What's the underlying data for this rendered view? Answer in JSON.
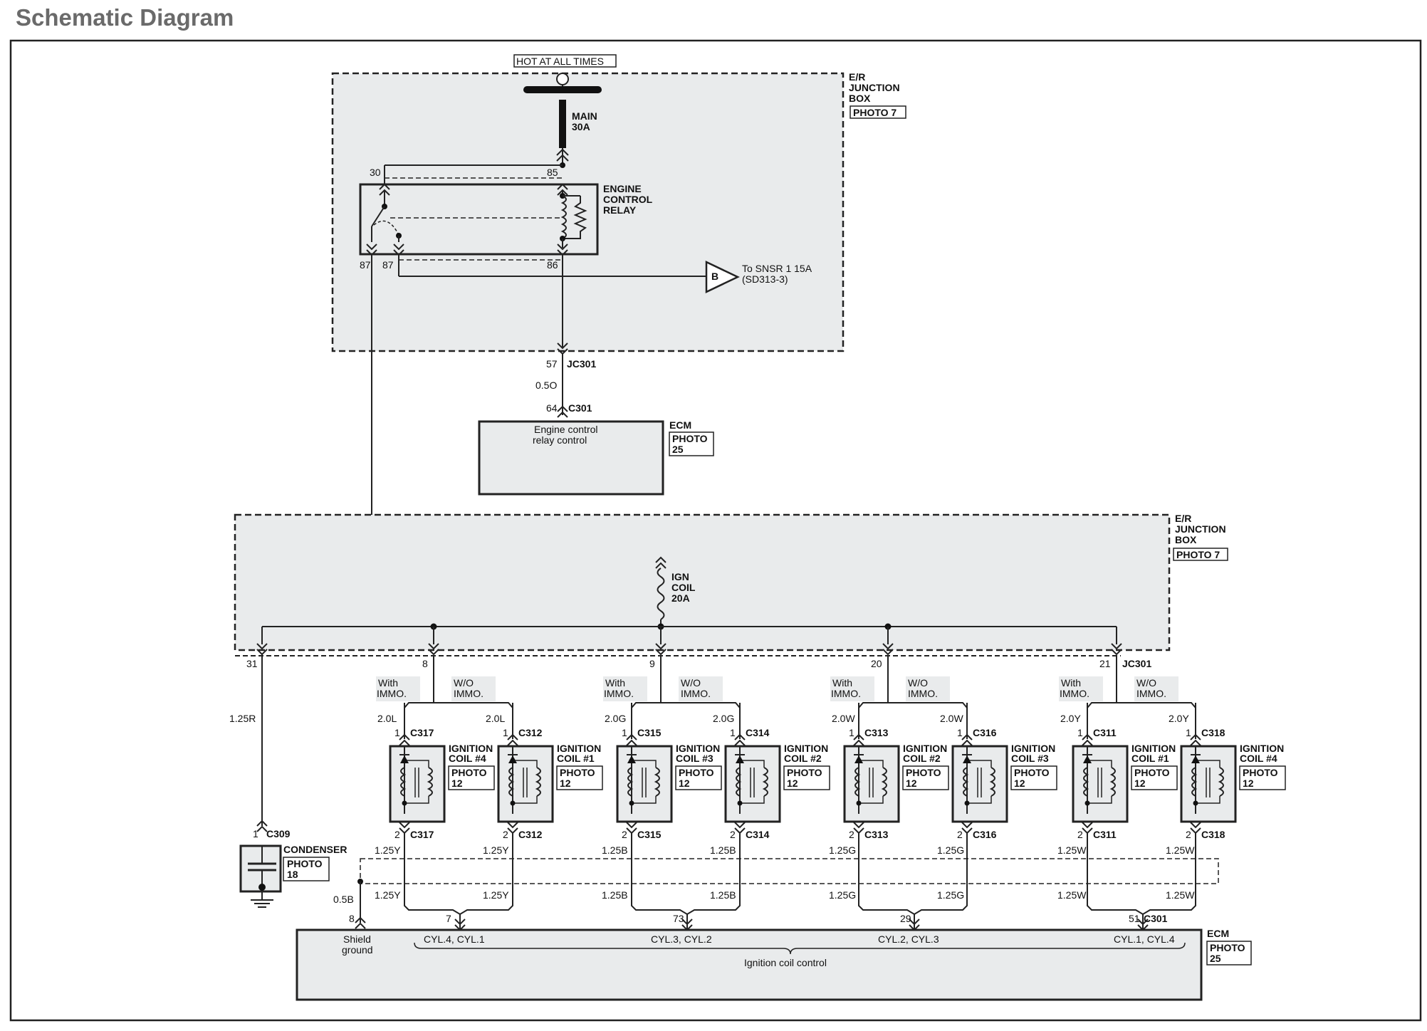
{
  "page": {
    "title": "Schematic Diagram"
  },
  "upper_jbox": {
    "supply": "HOT AT ALL TIMES",
    "name": [
      "E/R",
      "JUNCTION",
      "BOX"
    ],
    "photo": "PHOTO  7",
    "fuse_main": [
      "MAIN",
      "30A"
    ],
    "relay_label": [
      "ENGINE",
      "CONTROL",
      "RELAY"
    ],
    "pin_30": "30",
    "pin_85": "85",
    "pin_87a": "87",
    "pin_87b": "87",
    "pin_86": "86",
    "to_label": "B",
    "to_text": [
      "To SNSR 1 15A",
      "(SD313-3)"
    ]
  },
  "ecm_upper": {
    "pin_top": "57",
    "conn_top": "JC301",
    "wire": "0.5O",
    "pin_bottom": "64",
    "conn_bottom": "C301",
    "text": [
      "Engine control",
      "relay control"
    ],
    "name": "ECM",
    "photo": [
      "PHOTO",
      "25"
    ]
  },
  "lower_jbox": {
    "name": [
      "E/R",
      "JUNCTION",
      "BOX"
    ],
    "photo": "PHOTO  7",
    "fuse": [
      "IGN",
      "COIL",
      "20A"
    ],
    "pins": [
      "31",
      "8",
      "9",
      "20",
      "21"
    ],
    "conn": "JC301"
  },
  "condenser": {
    "wire": "1.25R",
    "pin": "1",
    "conn": "C309",
    "name": "CONDENSER",
    "photo": [
      "PHOTO",
      "18"
    ]
  },
  "groups": [
    {
      "with": [
        "With",
        "IMMO."
      ],
      "wo": [
        "W/O",
        "IMMO."
      ],
      "coils": [
        {
          "wire_top": "2.0L",
          "pin1": "1",
          "conn": "C317",
          "name": [
            "IGNITION",
            "COIL  #4"
          ],
          "photo": [
            "PHOTO",
            "12"
          ],
          "pin2": "2",
          "wire_b1": "1.25Y",
          "wire_b2": "1.25Y"
        },
        {
          "wire_top": "2.0L",
          "pin1": "1",
          "conn": "C312",
          "name": [
            "IGNITION",
            "COIL  #1"
          ],
          "photo": [
            "PHOTO",
            "12"
          ],
          "pin2": "2",
          "wire_b1": "1.25Y",
          "wire_b2": "1.25Y"
        }
      ],
      "ecm_pin": "7",
      "cyl": "CYL.4, CYL.1"
    },
    {
      "with": [
        "With",
        "IMMO."
      ],
      "wo": [
        "W/O",
        "IMMO."
      ],
      "coils": [
        {
          "wire_top": "2.0G",
          "pin1": "1",
          "conn": "C315",
          "name": [
            "IGNITION",
            "COIL  #3"
          ],
          "photo": [
            "PHOTO",
            "12"
          ],
          "pin2": "2",
          "wire_b1": "1.25B",
          "wire_b2": "1.25B"
        },
        {
          "wire_top": "2.0G",
          "pin1": "1",
          "conn": "C314",
          "name": [
            "IGNITION",
            "COIL  #2"
          ],
          "photo": [
            "PHOTO",
            "12"
          ],
          "pin2": "2",
          "wire_b1": "1.25B",
          "wire_b2": "1.25B"
        }
      ],
      "ecm_pin": "73",
      "cyl": "CYL.3, CYL.2"
    },
    {
      "with": [
        "With",
        "IMMO."
      ],
      "wo": [
        "W/O",
        "IMMO."
      ],
      "coils": [
        {
          "wire_top": "2.0W",
          "pin1": "1",
          "conn": "C313",
          "name": [
            "IGNITION",
            "COIL  #2"
          ],
          "photo": [
            "PHOTO",
            "12"
          ],
          "pin2": "2",
          "wire_b1": "1.25G",
          "wire_b2": "1.25G"
        },
        {
          "wire_top": "2.0W",
          "pin1": "1",
          "conn": "C316",
          "name": [
            "IGNITION",
            "COIL  #3"
          ],
          "photo": [
            "PHOTO",
            "12"
          ],
          "pin2": "2",
          "wire_b1": "1.25G",
          "wire_b2": "1.25G"
        }
      ],
      "ecm_pin": "29",
      "cyl": "CYL.2, CYL.3"
    },
    {
      "with": [
        "With",
        "IMMO."
      ],
      "wo": [
        "W/O",
        "IMMO."
      ],
      "coils": [
        {
          "wire_top": "2.0Y",
          "pin1": "1",
          "conn": "C311",
          "name": [
            "IGNITION",
            "COIL  #1"
          ],
          "photo": [
            "PHOTO",
            "12"
          ],
          "pin2": "2",
          "wire_b1": "1.25W",
          "wire_b2": "1.25W"
        },
        {
          "wire_top": "2.0Y",
          "pin1": "1",
          "conn": "C318",
          "name": [
            "IGNITION",
            "COIL  #4"
          ],
          "photo": [
            "PHOTO",
            "12"
          ],
          "pin2": "2",
          "wire_b1": "1.25W",
          "wire_b2": "1.25W"
        }
      ],
      "ecm_pin": "51",
      "cyl": "CYL.1, CYL.4"
    }
  ],
  "ecm_lower": {
    "shield_wire": "0.5B",
    "shield_pin": "8",
    "shield_text": [
      "Shield",
      "ground"
    ],
    "conn": "C301",
    "control": "Ignition coil control",
    "name": "ECM",
    "photo": [
      "PHOTO",
      "25"
    ]
  }
}
